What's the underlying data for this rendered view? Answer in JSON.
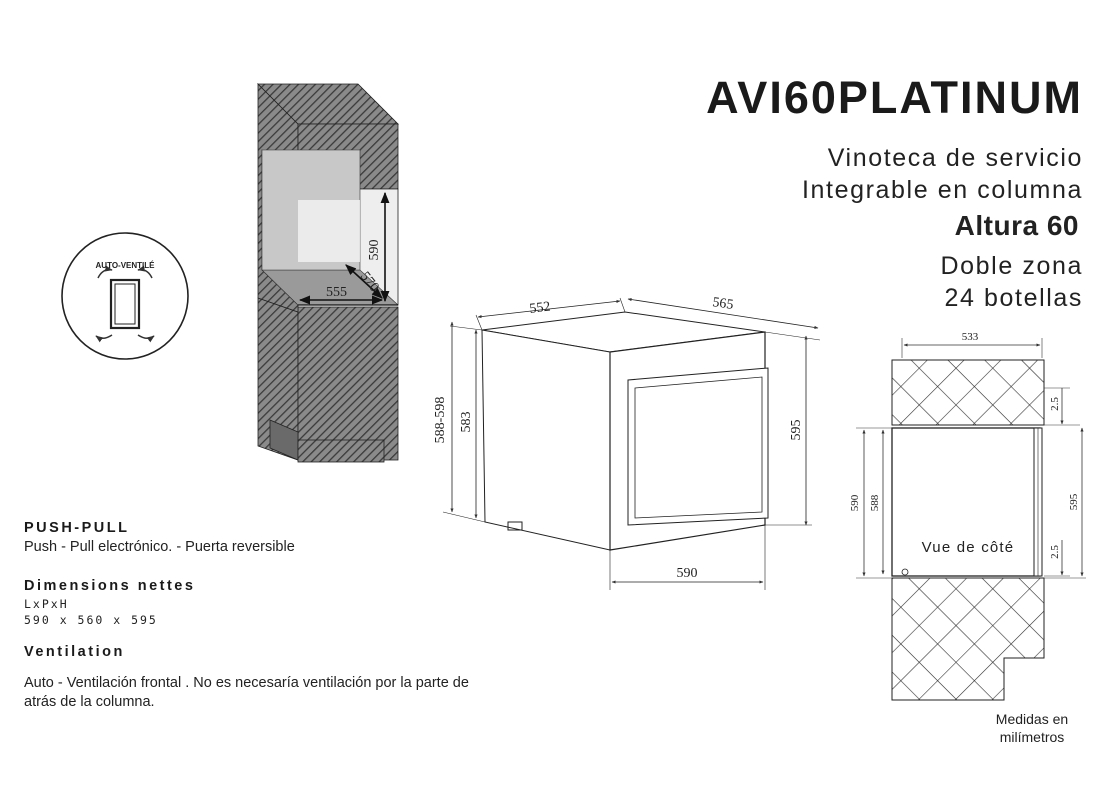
{
  "header": {
    "model": "AVI60PLATINUM",
    "line1": "Vinoteca de servicio",
    "line2": "Integrable en columna",
    "line3": "Altura 60",
    "line4": "Doble zona",
    "line5": "24 botellas"
  },
  "badge": {
    "label": "AUTO-VENTILÉ"
  },
  "column_view": {
    "dim_height": "590",
    "dim_depth": "570",
    "dim_width": "555"
  },
  "front_view": {
    "dim_width_top": "552",
    "dim_depth_top": "565",
    "dim_height_range": "588-598",
    "dim_inner_height": "583",
    "dim_height_right": "595",
    "dim_width_bottom": "590"
  },
  "side_view": {
    "dim_top": "533",
    "dim_gap_top": "2.5",
    "dim_left_590": "590",
    "dim_left_588": "588",
    "dim_right_595": "595",
    "dim_gap_bottom": "2.5",
    "label": "Vue de côté"
  },
  "specs": {
    "push_title": "PUSH-PULL",
    "push_text": "Push  -  Pull  electrónico. - Puerta reversible",
    "dims_title": "Dimensions nettes",
    "dims_axes": "LxPxH",
    "dims_values": "590 x 560 x 595",
    "vent_title": "Ventilation",
    "vent_text_line1": "Auto - Ventilación frontal . No es necesaría ventilación por la parte de",
    "vent_text_line2": "atrás de la columna."
  },
  "footnote": {
    "line1": "Medidas en",
    "line2": "milímetros"
  }
}
